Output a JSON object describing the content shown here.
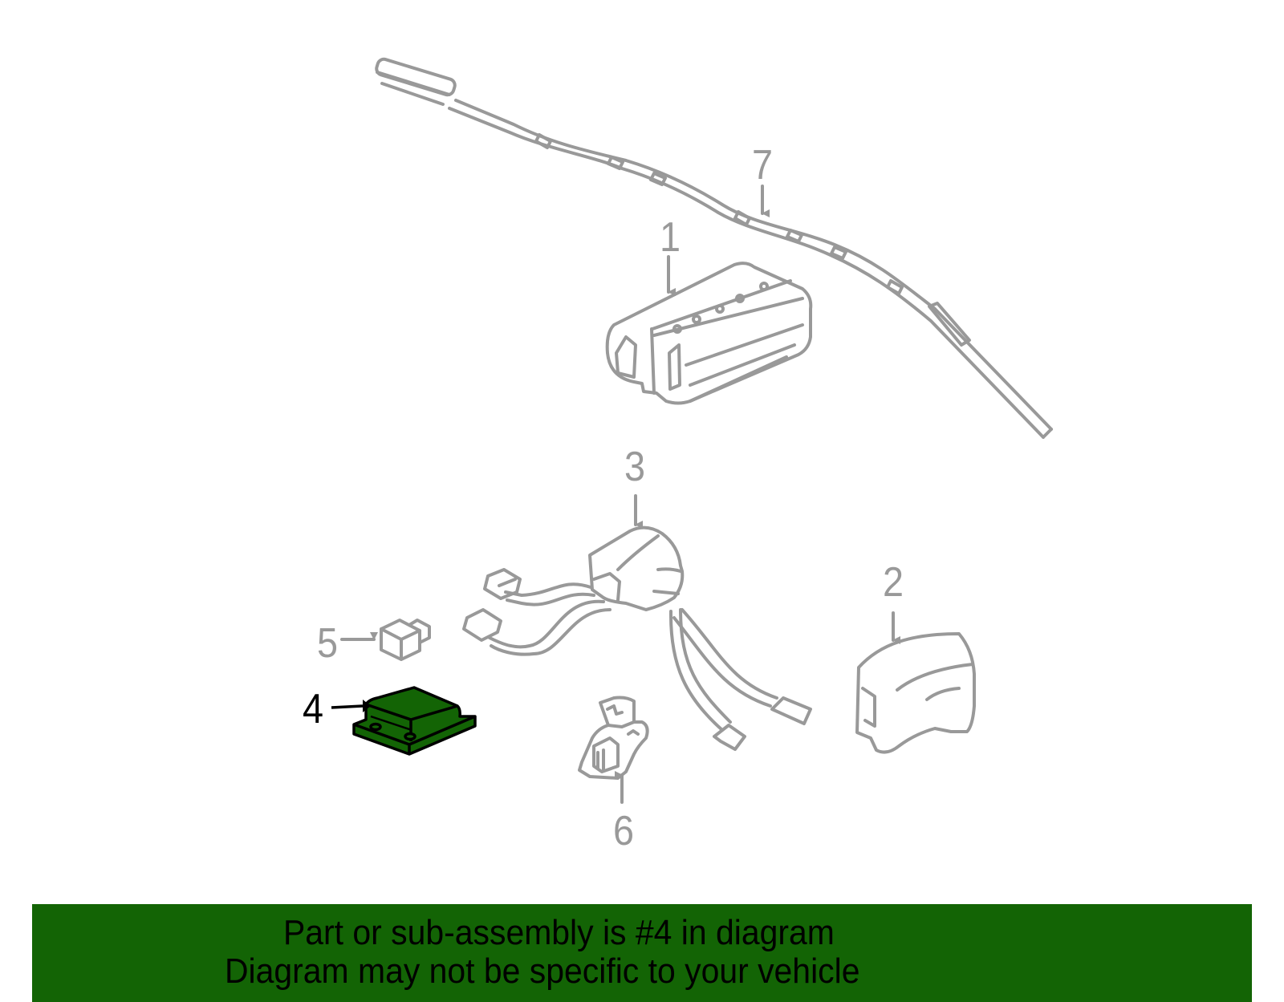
{
  "diagram": {
    "callouts": [
      {
        "number": "1",
        "label": "1"
      },
      {
        "number": "2",
        "label": "2"
      },
      {
        "number": "3",
        "label": "3"
      },
      {
        "number": "4",
        "label": "4",
        "highlighted": true
      },
      {
        "number": "5",
        "label": "5"
      },
      {
        "number": "6",
        "label": "6"
      },
      {
        "number": "7",
        "label": "7"
      }
    ],
    "highlight_color": "#136405",
    "line_color": "#999999"
  },
  "banner": {
    "line1": "Part or sub-assembly is #4 in diagram",
    "line2": "Diagram may not be specific to your vehicle",
    "background": "#136405"
  }
}
